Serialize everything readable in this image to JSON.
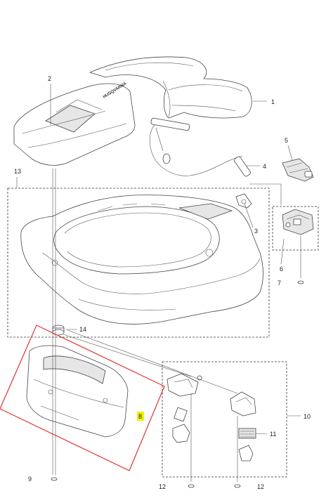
{
  "callouts": {
    "c1": "1",
    "c2": "2",
    "c3": "3",
    "c4": "4",
    "c5": "5",
    "c6": "6",
    "c7": "7",
    "c8": "8",
    "c9": "9",
    "c10": "10",
    "c11": "11",
    "c12a": "12",
    "c12b": "12",
    "c13": "13",
    "c14": "14"
  },
  "highlight": {
    "callout": "8",
    "color": "#f2ee00"
  },
  "selection": {
    "color": "#e0332f"
  },
  "logo_text": "HUSQVARNA"
}
